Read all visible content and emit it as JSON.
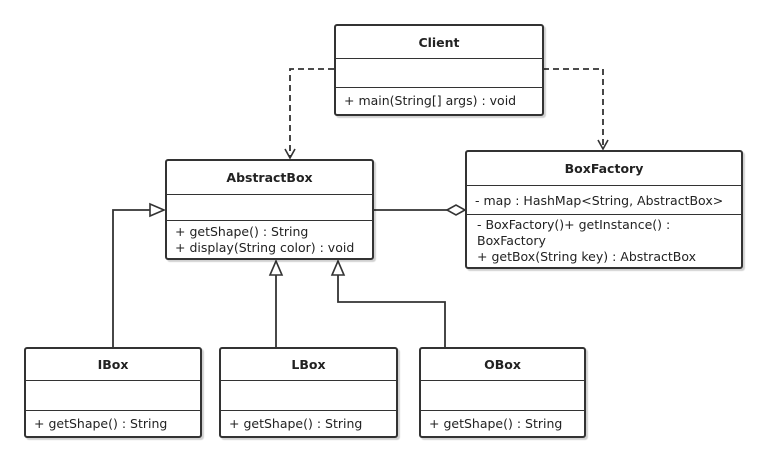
{
  "classes": {
    "client": {
      "name": "Client",
      "attributes": [],
      "operations": [
        "+ main(String[] args) : void"
      ]
    },
    "abstractbox": {
      "name": "AbstractBox",
      "attributes": [],
      "operations": [
        "+ getShape() : String",
        "+ display(String color) : void"
      ]
    },
    "boxfactory": {
      "name": "BoxFactory",
      "attributes": [
        "- map : HashMap<String, AbstractBox>"
      ],
      "operations": [
        "- BoxFactory()+ getInstance() :",
        "BoxFactory",
        "+ getBox(String key) : AbstractBox"
      ]
    },
    "ibox": {
      "name": "IBox",
      "attributes": [],
      "operations": [
        "+ getShape() : String"
      ]
    },
    "lbox": {
      "name": "LBox",
      "attributes": [],
      "operations": [
        "+ getShape() : String"
      ]
    },
    "obox": {
      "name": "OBox",
      "attributes": [],
      "operations": [
        "+ getShape() : String"
      ]
    }
  },
  "relationships": [
    {
      "from": "client",
      "to": "abstractbox",
      "type": "dependency"
    },
    {
      "from": "client",
      "to": "boxfactory",
      "type": "dependency"
    },
    {
      "from": "boxfactory",
      "to": "abstractbox",
      "type": "aggregation"
    },
    {
      "from": "ibox",
      "to": "abstractbox",
      "type": "generalization"
    },
    {
      "from": "lbox",
      "to": "abstractbox",
      "type": "generalization"
    },
    {
      "from": "obox",
      "to": "abstractbox",
      "type": "generalization"
    }
  ]
}
